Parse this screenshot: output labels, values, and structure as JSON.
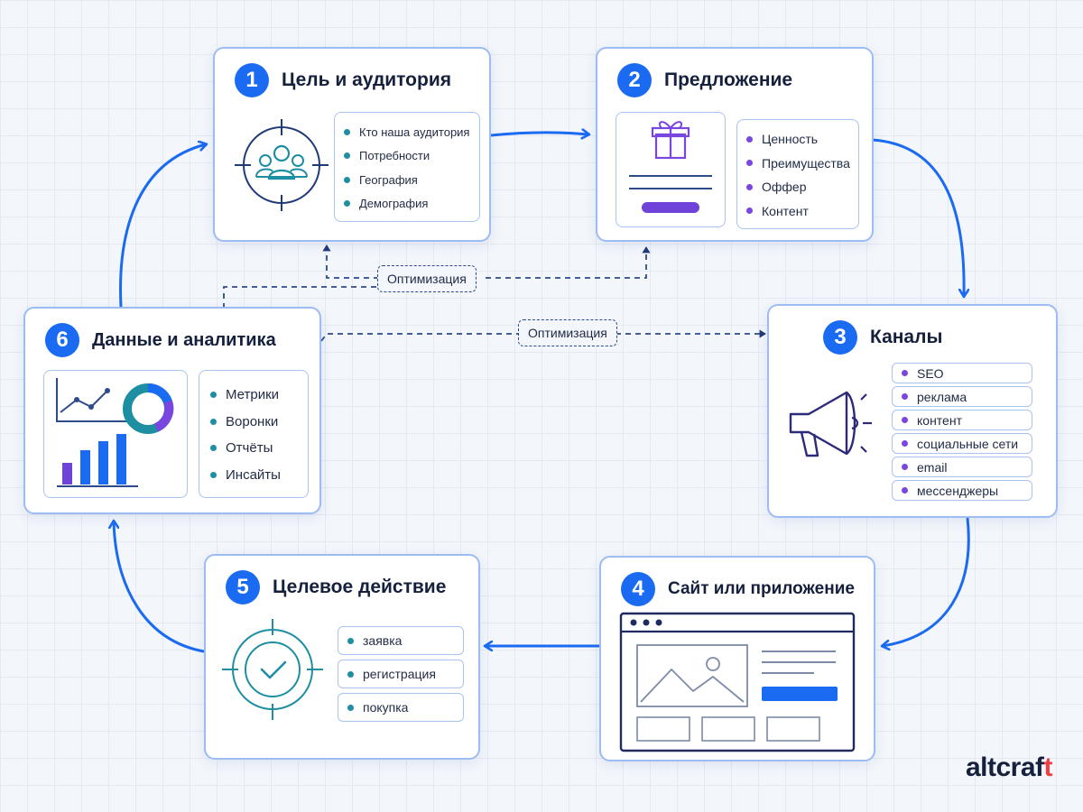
{
  "cards": [
    {
      "number": "1",
      "title": "Цель и аудитория",
      "icon": "target-audience-icon",
      "items": [
        "Кто наша аудитория",
        "Потребности",
        "География",
        "Демография"
      ]
    },
    {
      "number": "2",
      "title": "Предложение",
      "icon": "gift-offer-icon",
      "items": [
        "Ценность",
        "Преимущества",
        "Оффер",
        "Контент"
      ]
    },
    {
      "number": "3",
      "title": "Каналы",
      "icon": "megaphone-icon",
      "items": [
        "SEO",
        "реклама",
        "контент",
        "социальные сети",
        "email",
        "мессенджеры"
      ]
    },
    {
      "number": "4",
      "title": "Сайт или приложение",
      "icon": "browser-window-icon"
    },
    {
      "number": "5",
      "title": "Целевое действие",
      "icon": "target-check-icon",
      "items": [
        "заявка",
        "регистрация",
        "покупка"
      ]
    },
    {
      "number": "6",
      "title": "Данные и аналитика",
      "icon": "analytics-charts-icon",
      "items": [
        "Метрики",
        "Воронки",
        "Отчёты",
        "Инсайты"
      ]
    }
  ],
  "optimization": {
    "label_top": "Оптимизация",
    "label_middle": "Оптимизация"
  },
  "logo": {
    "text_main": "altcraf",
    "text_accent": "t",
    "accent_color": "#ef3e42"
  },
  "colors": {
    "primary": "#1b6bf2",
    "teal": "#1e8ea3",
    "purple": "#7a46e0",
    "navy": "#2d4a8a",
    "border": "#9cbcf3"
  }
}
